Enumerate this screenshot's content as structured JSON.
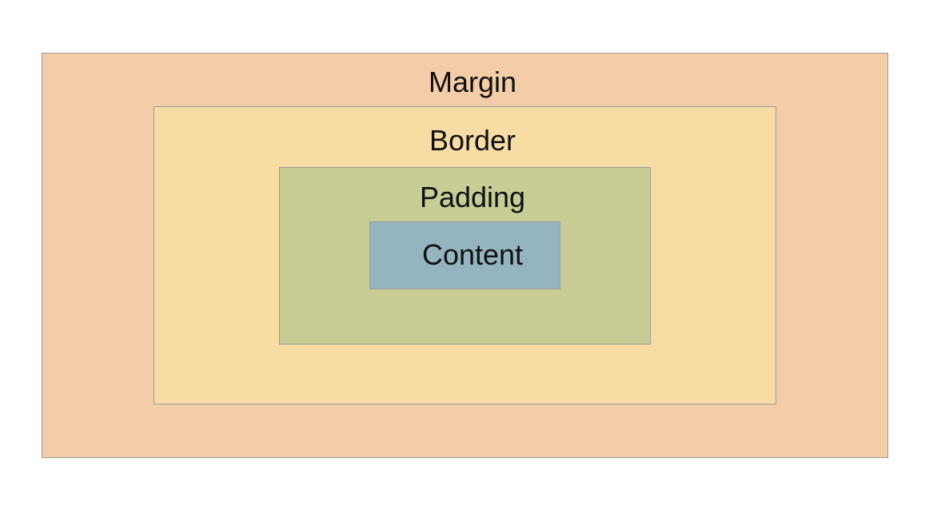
{
  "diagram": {
    "layers": [
      {
        "id": "margin",
        "label": "Margin",
        "color": "#f3cda7"
      },
      {
        "id": "border",
        "label": "Border",
        "color": "#f7dda4"
      },
      {
        "id": "padding",
        "label": "Padding",
        "color": "#c7cd95"
      },
      {
        "id": "content",
        "label": "Content",
        "color": "#94b4bf"
      }
    ]
  }
}
